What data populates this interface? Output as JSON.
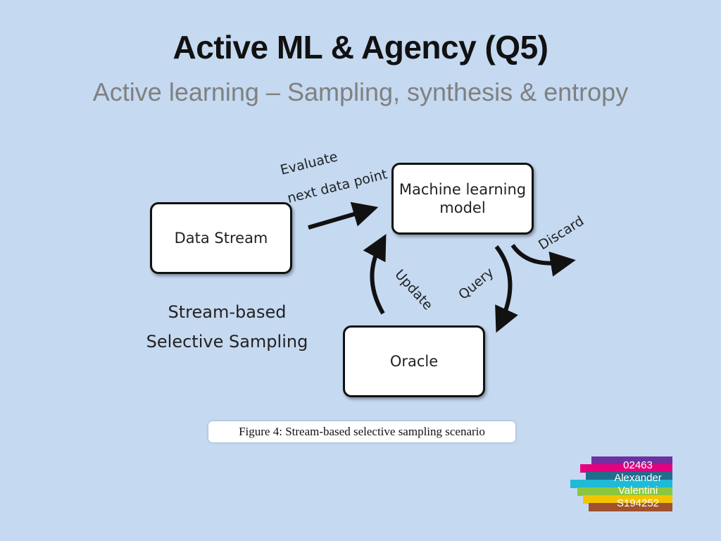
{
  "slide": {
    "title": "Active ML & Agency (Q5)",
    "subtitle": "Active learning – Sampling, synthesis & entropy"
  },
  "diagram": {
    "nodes": {
      "data_stream": "Data Stream",
      "ml_model_line1": "Machine learning",
      "ml_model_line2": "model",
      "oracle": "Oracle"
    },
    "edge_labels": {
      "evaluate": "Evaluate",
      "next_data_point": "next data point",
      "discard": "Discard",
      "query": "Query",
      "update": "Update"
    },
    "sampling_label_line1": "Stream-based",
    "sampling_label_line2": "Selective Sampling",
    "caption": "Figure 4: Stream-based selective sampling scenario"
  },
  "logo": {
    "line1": "02463",
    "line2": "Alexander",
    "line3": "Valentini",
    "line4": "S194252",
    "colors": [
      "#7030a0",
      "#e6007e",
      "#1f6e8c",
      "#1fbad6",
      "#8cc63f",
      "#f2c500",
      "#a0522d"
    ]
  }
}
